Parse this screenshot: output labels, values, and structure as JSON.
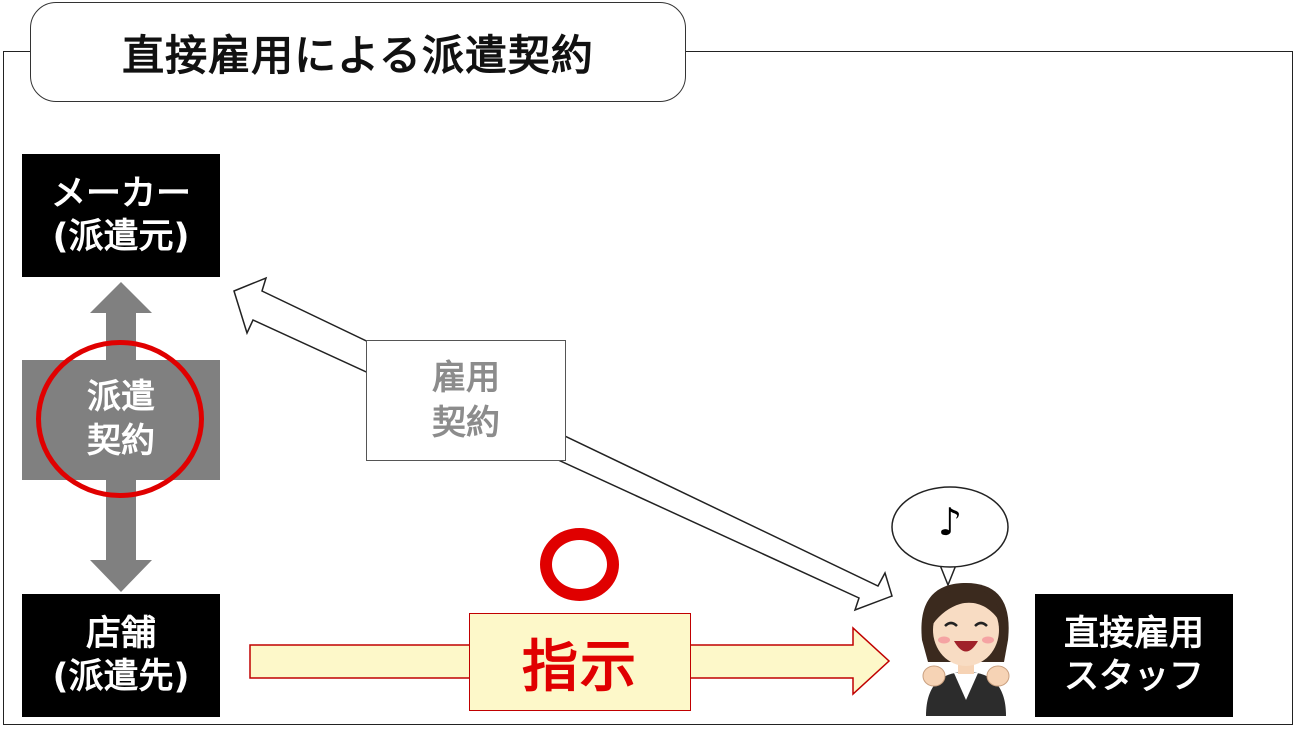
{
  "title": "直接雇用による派遣契約",
  "dispatcher": {
    "line1": "メーカー",
    "line2": "(派遣元)"
  },
  "client": {
    "line1": "店舗",
    "line2": "(派遣先)"
  },
  "staff": {
    "line1": "直接雇用",
    "line2": "スタッフ"
  },
  "dispatch_contract": {
    "line1": "派遣",
    "line2": "契約"
  },
  "employment_contract": {
    "line1": "雇用",
    "line2": "契約"
  },
  "instruction": "指示",
  "speech_bubble_text": "♪",
  "colors": {
    "accent_red": "#e00000",
    "gray_arrow": "#808080",
    "instruction_fill": "#fdf8c9",
    "box_black": "#000000"
  },
  "icons": [
    "person-icon",
    "music-note-icon",
    "ok-circle-icon"
  ]
}
